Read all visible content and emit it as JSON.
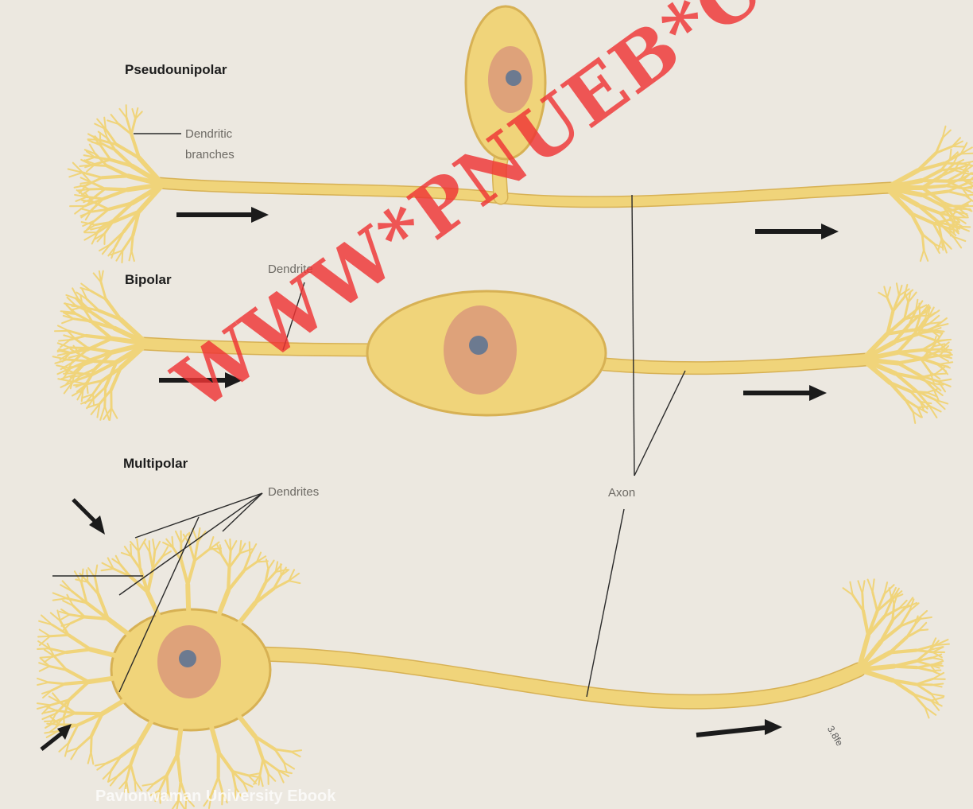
{
  "labels": {
    "pseudounipolar": "Pseudounipolar",
    "bipolar": "Bipolar",
    "multipolar": "Multipolar",
    "dendritic_branches": "Dendritic\nbranches",
    "dendrite": "Dendrite",
    "dendrites": "Dendrites",
    "axon": "Axon"
  },
  "watermark": "WWW*PNUEB*COM",
  "footer_watermark": "Pavlonwaman University Ebook",
  "signature": "3.8fe",
  "colors": {
    "neuron_fill": "#f0d47a",
    "neuron_edge": "#d7b154",
    "nucleus": "#d9957a",
    "nucleolus": "#6c7a90",
    "arrow": "#1b1b1b",
    "watermark": "#ee3434",
    "background": "#ece8e0"
  }
}
